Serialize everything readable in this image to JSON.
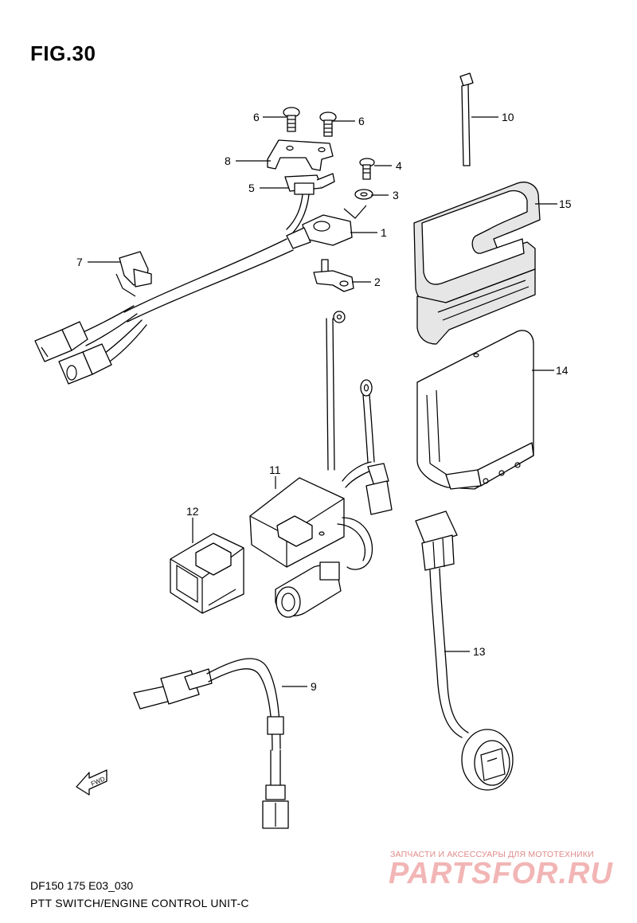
{
  "figure": {
    "title": "FIG.30",
    "model_code": "DF150 175 E03_030",
    "subtitle": "PTT SWITCH/ENGINE CONTROL UNIT-C"
  },
  "callouts": [
    "1",
    "2",
    "3",
    "4",
    "5",
    "6",
    "6",
    "7",
    "8",
    "9",
    "10",
    "11",
    "12",
    "13",
    "14",
    "15"
  ],
  "watermark": {
    "tagline": "ЗАПЧАСТИ И АКСЕССУАРЫ ДЛЯ МОТОТЕХНИКИ",
    "brand": "PARTSFOR.RU"
  },
  "fwd_marker": "FWD"
}
